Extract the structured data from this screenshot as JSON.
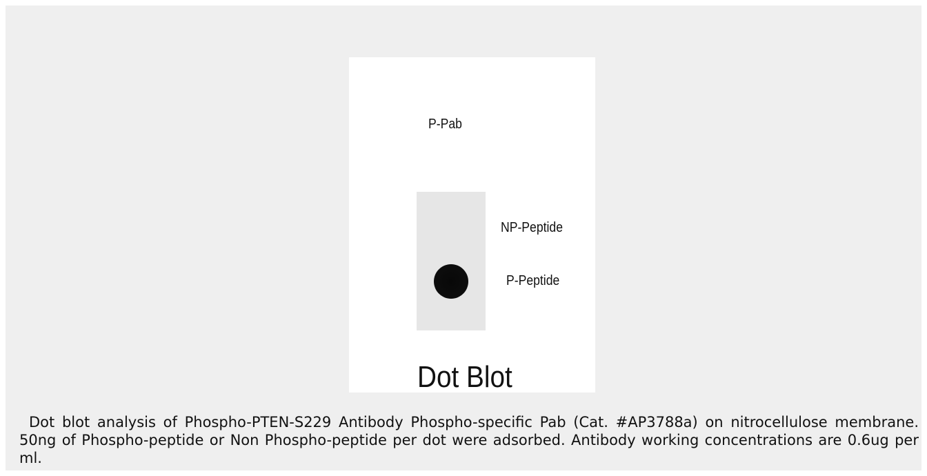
{
  "figure": {
    "antibody_label": "P-Pab",
    "np_peptide_label": "NP-Peptide",
    "p_peptide_label": "P-Peptide",
    "title": "Dot Blot",
    "colors": {
      "background": "#efefef",
      "membrane": "#e6e6e6",
      "dot": "#0a0a0a"
    }
  },
  "caption": {
    "text": "Dot blot analysis of Phospho-PTEN-S229 Antibody Phospho-specific Pab (Cat. #AP3788a) on nitrocellulose membrane. 50ng of Phospho-peptide or Non Phospho-peptide per dot were adsorbed. Antibody working concentrations are 0.6ug per ml."
  }
}
